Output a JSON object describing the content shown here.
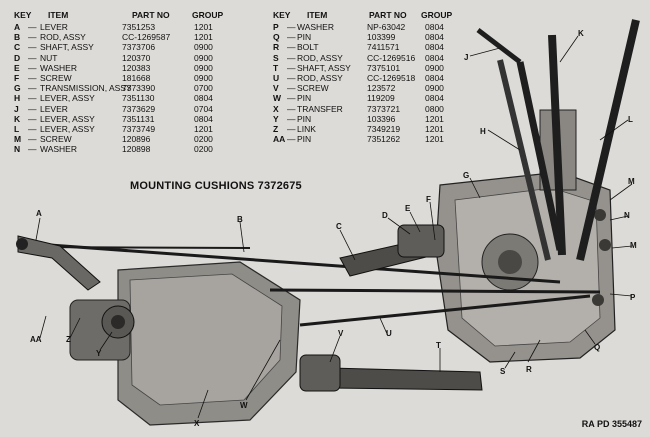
{
  "legend_left": {
    "headers": {
      "key": "KEY",
      "item": "ITEM",
      "part_no": "PART NO",
      "group": "GROUP"
    },
    "rows": [
      {
        "key": "A",
        "item": "LEVER",
        "part_no": "7351253",
        "group": "1201"
      },
      {
        "key": "B",
        "item": "ROD, ASSY",
        "part_no": "CC-1269587",
        "group": "1201"
      },
      {
        "key": "C",
        "item": "SHAFT, ASSY",
        "part_no": "7373706",
        "group": "0900"
      },
      {
        "key": "D",
        "item": "NUT",
        "part_no": "120370",
        "group": "0900"
      },
      {
        "key": "E",
        "item": "WASHER",
        "part_no": "120383",
        "group": "0900"
      },
      {
        "key": "F",
        "item": "SCREW",
        "part_no": "181668",
        "group": "0900"
      },
      {
        "key": "G",
        "item": "TRANSMISSION, ASSY",
        "part_no": "7373390",
        "group": "0700"
      },
      {
        "key": "H",
        "item": "LEVER, ASSY",
        "part_no": "7351130",
        "group": "0804"
      },
      {
        "key": "J",
        "item": "LEVER",
        "part_no": "7373629",
        "group": "0704"
      },
      {
        "key": "K",
        "item": "LEVER, ASSY",
        "part_no": "7351131",
        "group": "0804"
      },
      {
        "key": "L",
        "item": "LEVER, ASSY",
        "part_no": "7373749",
        "group": "1201"
      },
      {
        "key": "M",
        "item": "SCREW",
        "part_no": "120896",
        "group": "0200"
      },
      {
        "key": "N",
        "item": "WASHER",
        "part_no": "120898",
        "group": "0200"
      }
    ]
  },
  "legend_right": {
    "headers": {
      "key": "KEY",
      "item": "ITEM",
      "part_no": "PART NO",
      "group": "GROUP"
    },
    "rows": [
      {
        "key": "P",
        "item": "WASHER",
        "part_no": "NP-63042",
        "group": "0804"
      },
      {
        "key": "Q",
        "item": "PIN",
        "part_no": "103399",
        "group": "0804"
      },
      {
        "key": "R",
        "item": "BOLT",
        "part_no": "7411571",
        "group": "0804"
      },
      {
        "key": "S",
        "item": "ROD, ASSY",
        "part_no": "CC-1269516",
        "group": "0804"
      },
      {
        "key": "T",
        "item": "SHAFT, ASSY",
        "part_no": "7375101",
        "group": "0900"
      },
      {
        "key": "U",
        "item": "ROD, ASSY",
        "part_no": "CC-1269518",
        "group": "0804"
      },
      {
        "key": "V",
        "item": "SCREW",
        "part_no": "123572",
        "group": "0900"
      },
      {
        "key": "W",
        "item": "PIN",
        "part_no": "119209",
        "group": "0804"
      },
      {
        "key": "X",
        "item": "TRANSFER",
        "part_no": "7373721",
        "group": "0800"
      },
      {
        "key": "Y",
        "item": "PIN",
        "part_no": "103396",
        "group": "1201"
      },
      {
        "key": "Z",
        "item": "LINK",
        "part_no": "7349219",
        "group": "1201"
      },
      {
        "key": "AA",
        "item": "PIN",
        "part_no": "7351262",
        "group": "1201"
      }
    ]
  },
  "figure_title": "MOUNTING CUSHIONS 7372675",
  "figure_ref": "RA PD 355487",
  "callouts": [
    "A",
    "B",
    "C",
    "D",
    "E",
    "F",
    "G",
    "H",
    "J",
    "K",
    "L",
    "M",
    "N",
    "M",
    "P",
    "Q",
    "R",
    "S",
    "T",
    "U",
    "V",
    "W",
    "X",
    "Y",
    "Z",
    "AA"
  ]
}
